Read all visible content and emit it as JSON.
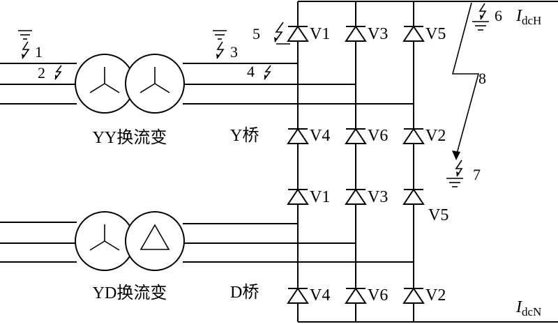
{
  "transformers": {
    "yy_label": "YY换流变",
    "yd_label": "YD换流变"
  },
  "bridges": {
    "y_label": "Y桥",
    "d_label": "D桥"
  },
  "valves": {
    "v1": "V1",
    "v2": "V2",
    "v3": "V3",
    "v4": "V4",
    "v5": "V5",
    "v6": "V6"
  },
  "faults": {
    "f1": "1",
    "f2": "2",
    "f3": "3",
    "f4": "4",
    "f5": "5",
    "f6": "6",
    "f7": "7",
    "f8": "8"
  },
  "currents": {
    "high": {
      "main": "I",
      "sub": "dcH"
    },
    "neutral": {
      "main": "I",
      "sub": "dcN"
    }
  }
}
